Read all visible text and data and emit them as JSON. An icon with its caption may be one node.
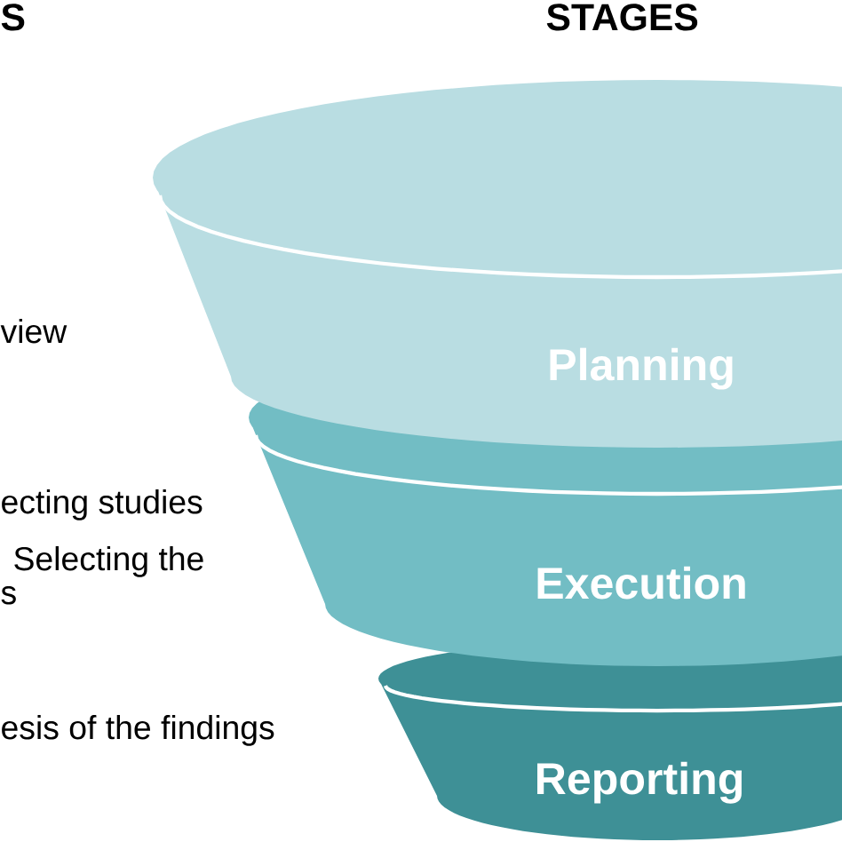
{
  "diagram": {
    "nodes": [
      {
        "text": [
          "Planning"
        ]
      },
      {
        "text": [
          "Execution"
        ]
      },
      {
        "text": [
          "Reporting"
        ]
      }
    ],
    "labels": [
      "S",
      "STAGES",
      "view",
      "ecting studies",
      "Selecting the",
      "s",
      "esis of the findings"
    ]
  }
}
